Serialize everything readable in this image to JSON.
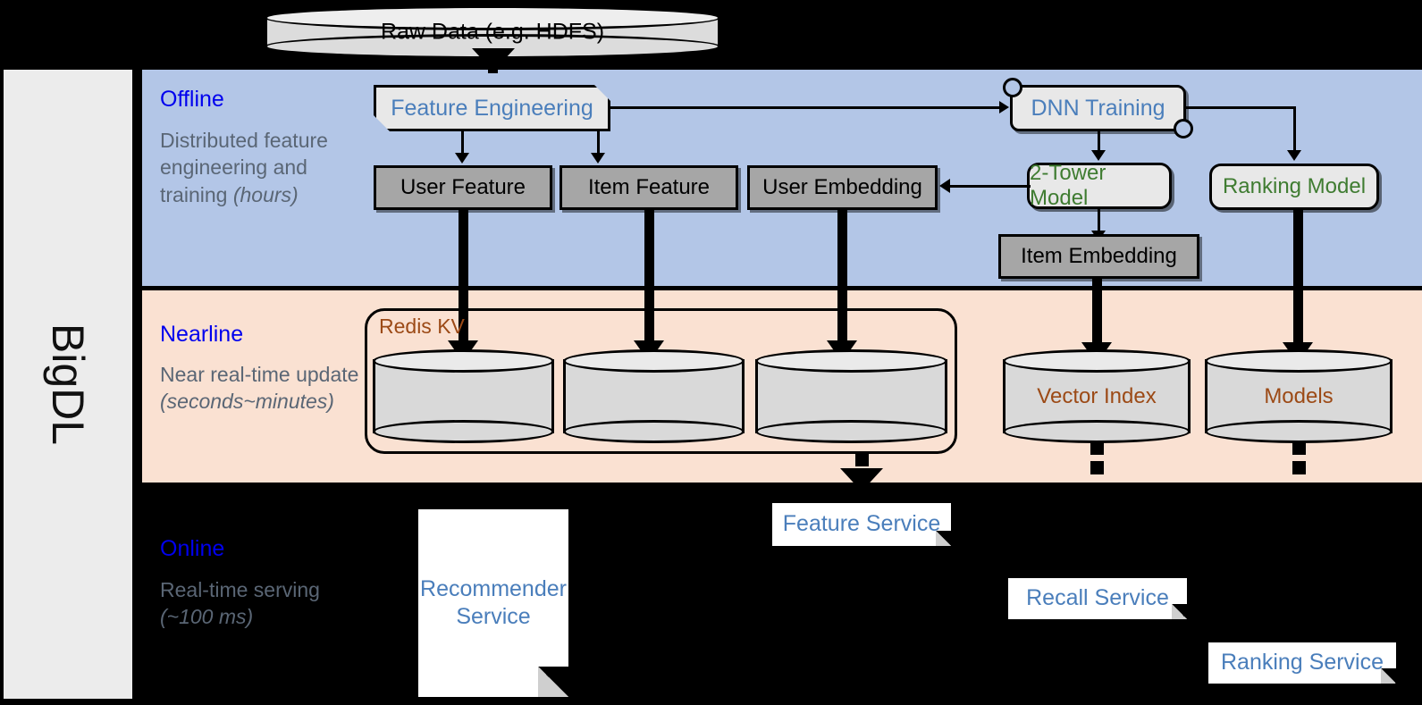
{
  "sidebar": {
    "label": "BigDL"
  },
  "source": {
    "raw_data_label": "Raw Data (e.g. HDFS)"
  },
  "layers": {
    "offline": {
      "title": "Offline",
      "subtitle_main": "Distributed feature engineering and training ",
      "subtitle_italic": "(hours)",
      "bg_color": "#b3c6e7"
    },
    "nearline": {
      "title": "Nearline",
      "subtitle_main": "Near real-time update ",
      "subtitle_italic": "(seconds~minutes)",
      "bg_color": "#fae1d2"
    },
    "online": {
      "title": "Online",
      "subtitle_main": "Real-time serving ",
      "subtitle_italic": "(~100 ms)",
      "bg_color": "#000000"
    }
  },
  "offline_nodes": {
    "feature_engineering": "Feature Engineering",
    "dnn_training": "DNN Training",
    "user_feature": "User Feature",
    "item_feature": "Item Feature",
    "user_embedding": "User Embedding",
    "two_tower_model": "2-Tower Model",
    "ranking_model": "Ranking Model",
    "item_embedding": "Item Embedding"
  },
  "nearline_nodes": {
    "redis_kv": "Redis KV",
    "store_1": "",
    "store_2": "",
    "store_3": "",
    "vector_index": "Vector Index",
    "models": "Models"
  },
  "online_nodes": {
    "recommender_service": "Recommender Service",
    "feature_service": "Feature Service",
    "recall_service": "Recall Service",
    "ranking_service": "Ranking Service"
  },
  "colors": {
    "layer_title": "#0000ee",
    "layer_sub": "#5a6675",
    "blue_node_text": "#4a7ebb",
    "green_node_text": "#3f7c31",
    "brown_node_text": "#9c4a16",
    "gray_node_fill": "#a6a6a6",
    "light_node_fill": "#e8e8e8",
    "offline_bg": "#b3c6e7",
    "nearline_bg": "#fae1d2",
    "online_bg": "#000000",
    "sidebar_bg": "#ececec"
  }
}
